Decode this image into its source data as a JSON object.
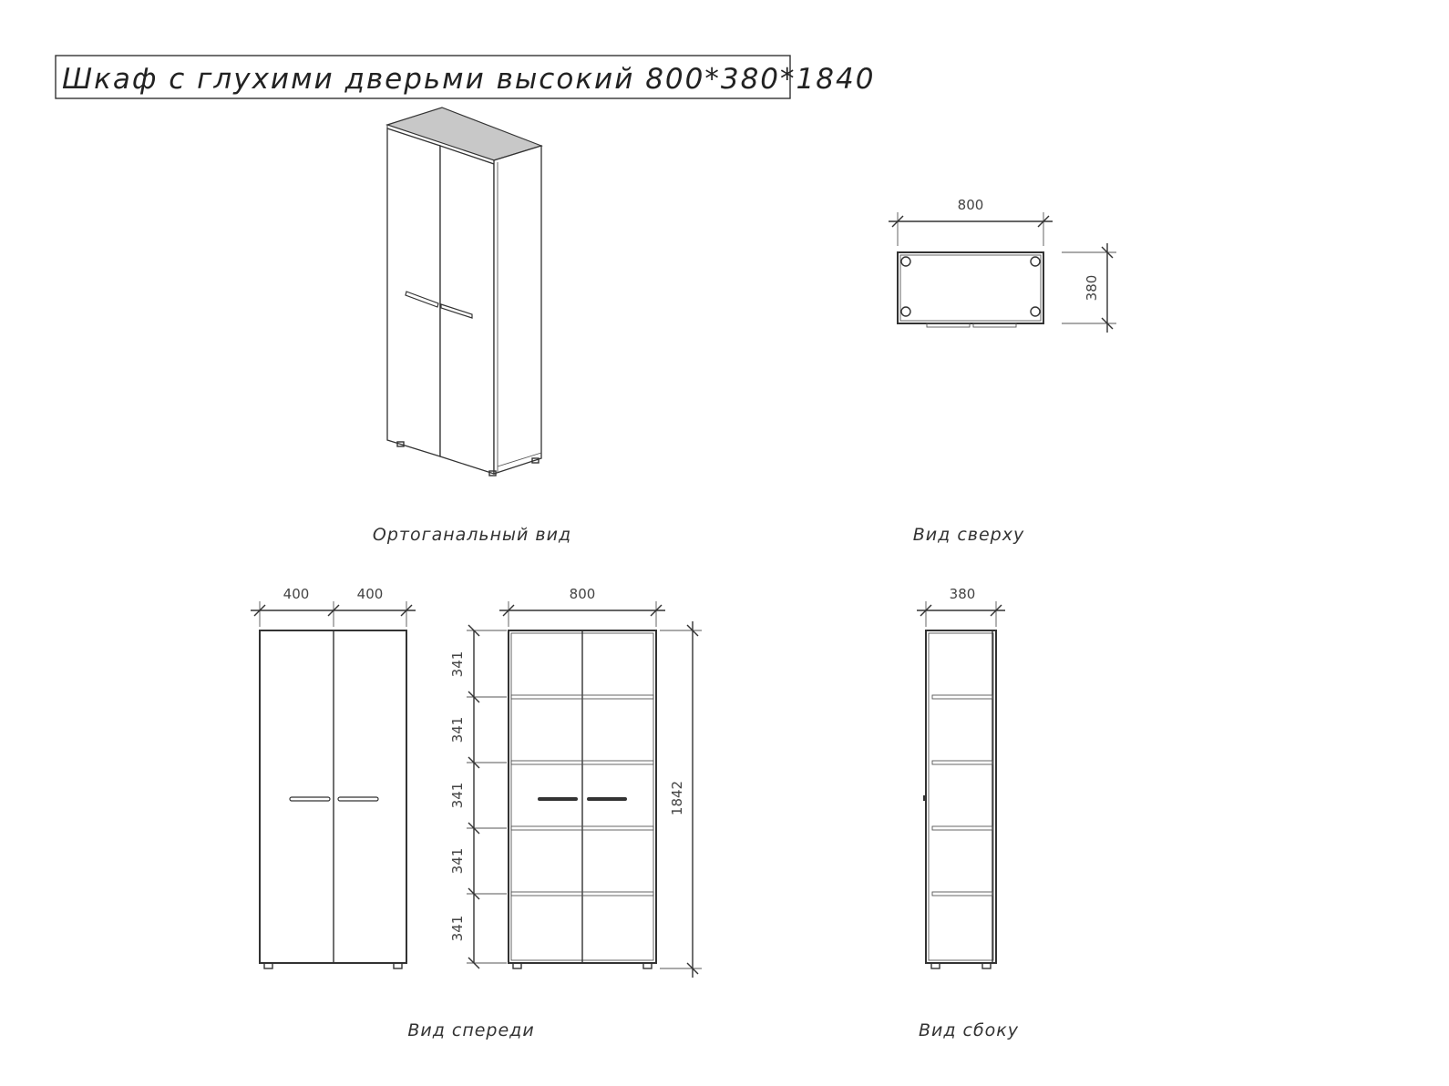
{
  "title": "Шкаф с глухими дверьми высокий 800*380*1840",
  "captions": {
    "ortho": "Ортоганальный вид",
    "top": "Вид сверху",
    "front": "Вид спереди",
    "side": "Вид сбоку"
  },
  "dimensions": {
    "top_width": "800",
    "top_depth": "380",
    "front_door_left": "400",
    "front_door_right": "400",
    "front_width": "800",
    "front_height": "1842",
    "side_depth": "380",
    "shelf_pitch": [
      "341",
      "341",
      "341",
      "341",
      "341"
    ]
  },
  "colors": {
    "line": "#333333",
    "top_surface": "#c8c8c8",
    "door_face": "#ffffff"
  }
}
